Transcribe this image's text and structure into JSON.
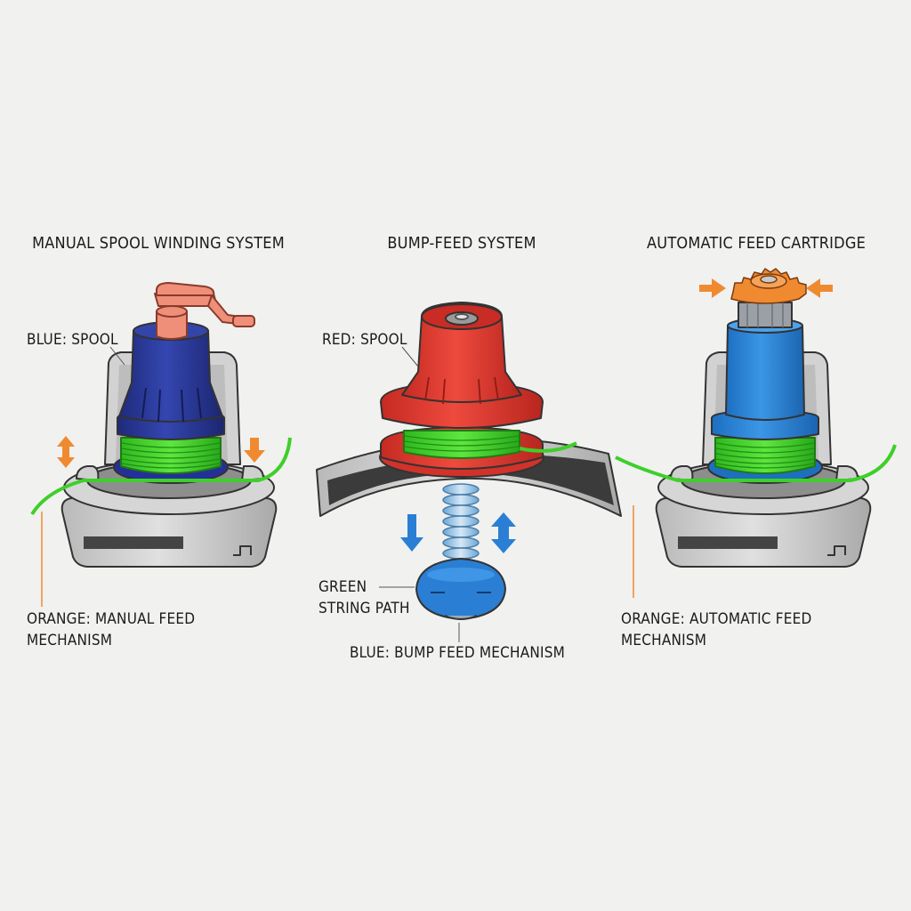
{
  "panels": [
    {
      "title": "MANUAL SPOOL WINDING SYSTEM",
      "labels": {
        "spool": "BLUE: SPOOL",
        "feed_line1": "ORANGE: MANUAL FEED",
        "feed_line2": "MECHANISM"
      }
    },
    {
      "title": "BUMP-FEED SYSTEM",
      "labels": {
        "spool": "RED: SPOOL",
        "string_line1": "GREEN",
        "string_line2": "STRING PATH",
        "feed": "BLUE: BUMP FEED MECHANISM"
      }
    },
    {
      "title": "AUTOMATIC FEED CARTRIDGE",
      "labels": {
        "feed_line1": "ORANGE: AUTOMATIC FEED",
        "feed_line2": "MECHANISM"
      }
    }
  ],
  "colors": {
    "background": "#f1f1f0",
    "housing": "#c9c9c9",
    "blue_spool": "#27359a",
    "red_spool": "#e23a31",
    "cartridge_blue": "#2a84d8",
    "bump_blue": "#2a7fd4",
    "green_string": "#3ecf2a",
    "orange": "#f08a30",
    "crank": "#ef8f7a"
  }
}
